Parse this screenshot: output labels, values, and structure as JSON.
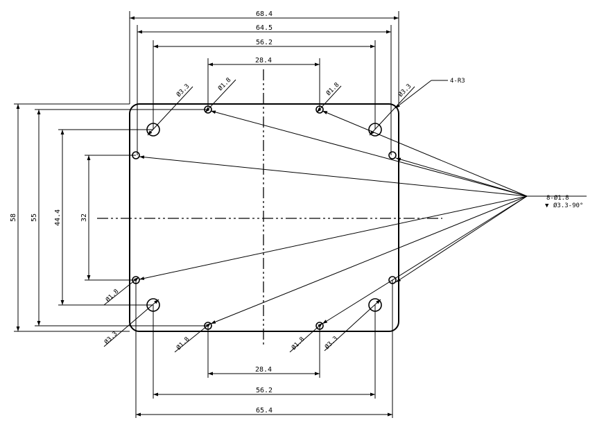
{
  "drawing": {
    "dims": {
      "top_68_4": "68.4",
      "top_64_5": "64.5",
      "top_56_2": "56.2",
      "top_28_4": "28.4",
      "bottom_28_4": "28.4",
      "bottom_56_2": "56.2",
      "bottom_65_4": "65.4",
      "left_58": "58",
      "left_55": "55",
      "left_44_4": "44.4",
      "left_32": "32"
    },
    "callouts": {
      "corner_radius": "4-R3",
      "hole_count_spec": "8-Ø1.8",
      "hole_depth_symbol": "▼",
      "countersink_spec": "Ø3.3-90°",
      "dia_3_3_tl": "Ø3.3",
      "dia_1_8_tl": "Ø1.8",
      "dia_1_8_tr": "Ø1.8",
      "dia_3_3_tr": "Ø3.3",
      "dia_1_8_ml": "Ø1.8",
      "dia_3_3_bl": "Ø3.3",
      "dia_1_8_bl": "Ø1.8",
      "dia_1_8_br": "Ø1.8",
      "dia_3_3_br": "Ø3.3"
    }
  }
}
